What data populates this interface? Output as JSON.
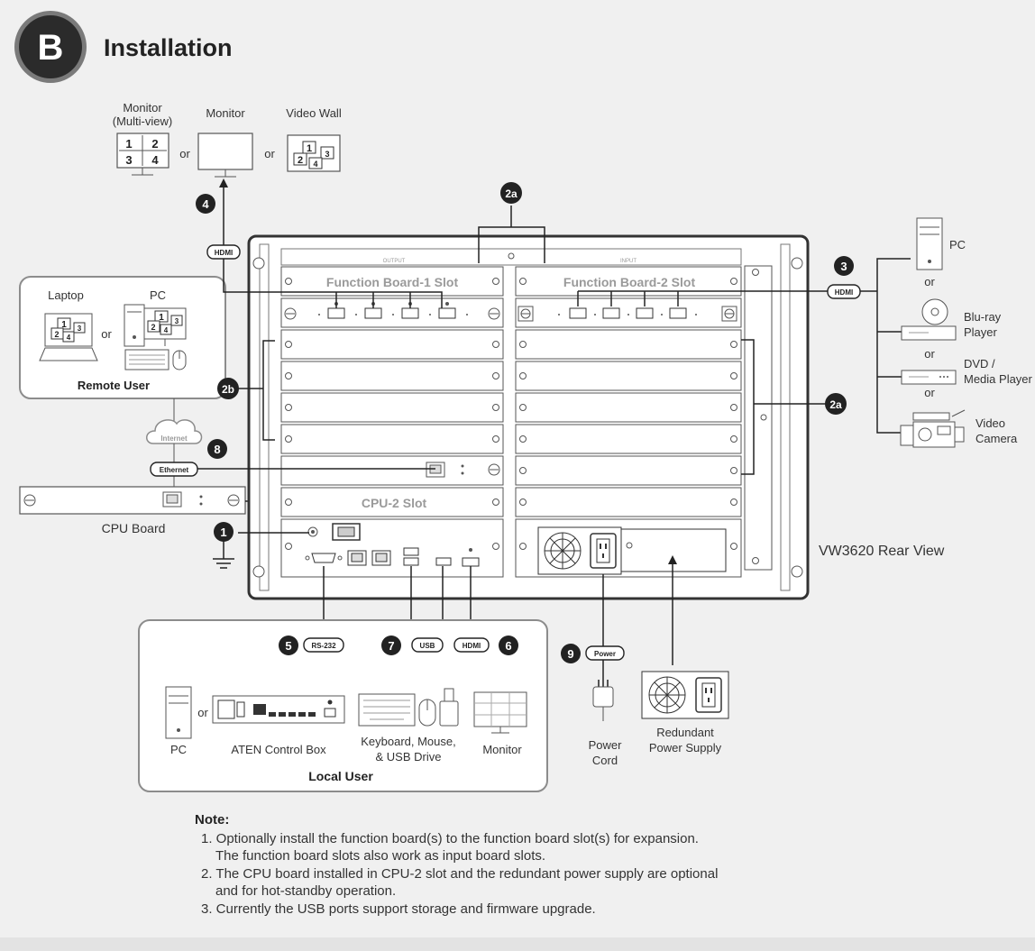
{
  "section": {
    "badge": "B",
    "title": "Installation"
  },
  "displays": {
    "multiview": "Monitor\n(Multi-view)",
    "monitor": "Monitor",
    "videowall": "Video Wall",
    "or": "or",
    "cells": [
      "1",
      "2",
      "3",
      "4"
    ]
  },
  "remote": {
    "laptop": "Laptop",
    "pc": "PC",
    "or": "or",
    "label": "Remote User",
    "internet": "Internet"
  },
  "cpu_board": {
    "label": "CPU Board"
  },
  "chassis": {
    "output_label": "OUTPUT",
    "input_label": "INPUT",
    "fb1": "Function Board-1 Slot",
    "fb2": "Function Board-2 Slot",
    "cpu2": "CPU-2 Slot",
    "rear_view": "VW3620 Rear View"
  },
  "sources": {
    "pc": "PC",
    "bluray": "Blu-ray\nPlayer",
    "dvd": "DVD /\nMedia Player",
    "camera": "Video\nCamera",
    "or": "or"
  },
  "steps": {
    "s1": "1",
    "s2a": "2a",
    "s2b": "2b",
    "s3": "3",
    "s4": "4",
    "s5": "5",
    "s6": "6",
    "s7": "7",
    "s8": "8",
    "s9": "9"
  },
  "cables": {
    "hdmi": "HDMI",
    "ethernet": "Ethernet",
    "rs232": "RS-232",
    "usb": "USB",
    "power": "Power"
  },
  "local": {
    "pc": "PC",
    "or": "or",
    "control_box": "ATEN Control Box",
    "peripherals": "Keyboard, Mouse,\n& USB Drive",
    "monitor": "Monitor",
    "label": "Local User"
  },
  "power": {
    "cord": "Power\nCord",
    "redundant": "Redundant\nPower Supply"
  },
  "notes": {
    "heading": "Note:",
    "items": [
      {
        "first": "1. Optionally install the function board(s) to the function board slot(s) for expansion.",
        "cont": "The function board slots also work as input board slots."
      },
      {
        "first": "2. The CPU board installed in CPU-2 slot and the redundant power supply are optional",
        "cont": "and for hot-standby operation."
      },
      {
        "first": "3. Currently the USB ports support storage and firmware upgrade.",
        "cont": ""
      }
    ]
  },
  "colors": {
    "accent": "#4a4a4a",
    "background": "#f0f0f0",
    "box_border": "#8c8c8c",
    "text": "#333333"
  }
}
